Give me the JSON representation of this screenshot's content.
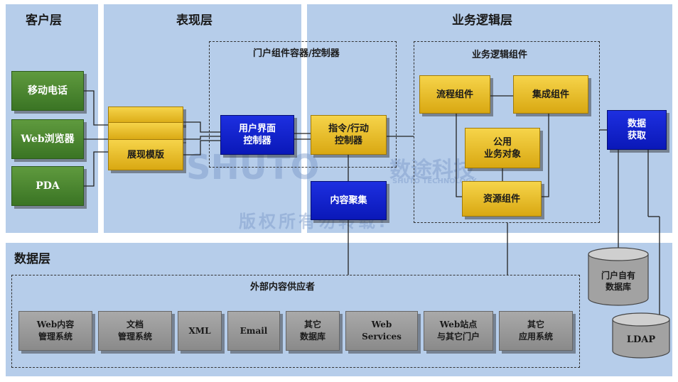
{
  "layers": {
    "client": "客户层",
    "presentation": "表现层",
    "business": "业务逻辑层",
    "data": "数据层"
  },
  "groups": {
    "portal_container": "门户组件容器/控制器",
    "business_components": "业务逻辑组件",
    "external_providers": "外部内容供应者"
  },
  "client_devices": [
    "移动电话",
    "Web浏览器",
    "PDA"
  ],
  "presentation": {
    "template": "展现模版",
    "ui_controller": "用户界面\n控制器",
    "command_controller": "指令/行动\n控制器",
    "content_aggregation": "内容聚集"
  },
  "business": {
    "flow": "流程组件",
    "integration": "集成组件",
    "common_objects": "公用\n业务对象",
    "resource": "资源组件",
    "data_access": "数据\n获取"
  },
  "databases": {
    "portal_db": "门户自有\n数据库",
    "ldap": "LDAP"
  },
  "providers": [
    "Web内容\n管理系统",
    "文档\n管理系统",
    "XML",
    "Email",
    "其它\n数据库",
    "Web\nServices",
    "Web站点\n与其它门户",
    "其它\n应用系统"
  ],
  "watermark": {
    "brand": "SHUTO",
    "cn_name": "数途科技",
    "en_name": "SHUTO TECHNOLOGY",
    "notice": "版权所有勿转载!"
  },
  "colors": {
    "layer_bg": "#b6cdea",
    "green": "#4a8530",
    "yellow": "#f0c830",
    "blue": "#1124d0",
    "gray": "#9a9a9a"
  }
}
